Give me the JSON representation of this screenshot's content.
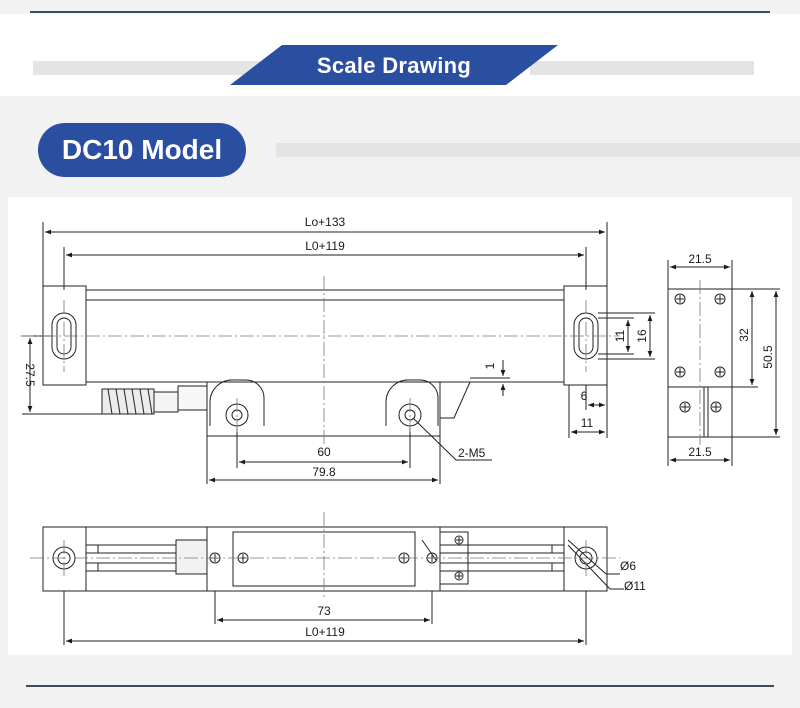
{
  "header": {
    "title": "Scale Drawing"
  },
  "section": {
    "model_label": "DC10 Model"
  },
  "dimensions": {
    "overall_length": "Lo+133",
    "mount_length": "L0+119",
    "left_offset": "27.5",
    "step": "1",
    "slot_inner": "11",
    "slot_outer": "16",
    "end_thick": "6",
    "end_width": "11",
    "reader_hole_pitch": "60",
    "reader_length": "79.8",
    "thread": "2-M5",
    "side_top_width": "21.5",
    "side_height_upper": "32",
    "side_height_total": "50.5",
    "side_bottom_width": "21.5",
    "bottom_reader_length": "73",
    "bottom_mount_length": "L0+119",
    "hole_small": "Ø6",
    "hole_large": "Ø11"
  },
  "colors": {
    "brand": "#2b4fa0",
    "rule": "#3c4a5a"
  }
}
